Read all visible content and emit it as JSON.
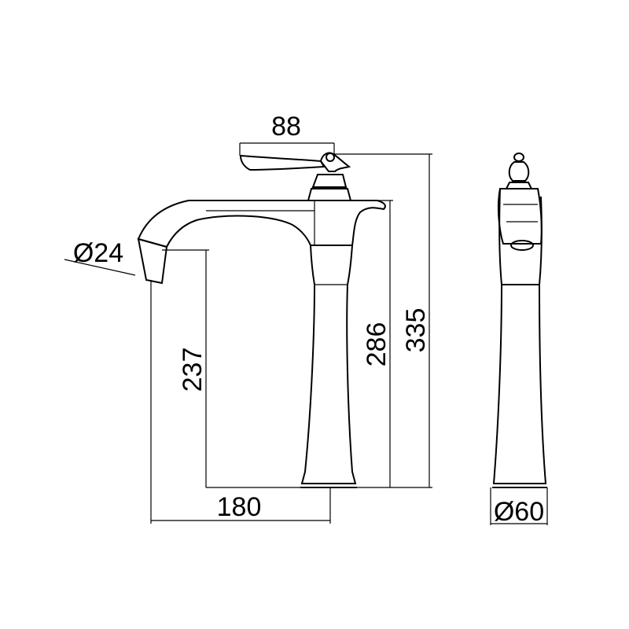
{
  "drawing": {
    "dimensions": {
      "handle_width": "88",
      "spout_diameter": "Ø24",
      "spout_height": "237",
      "body_height": "286",
      "total_height": "335",
      "reach": "180",
      "base_diameter": "Ø60"
    }
  }
}
